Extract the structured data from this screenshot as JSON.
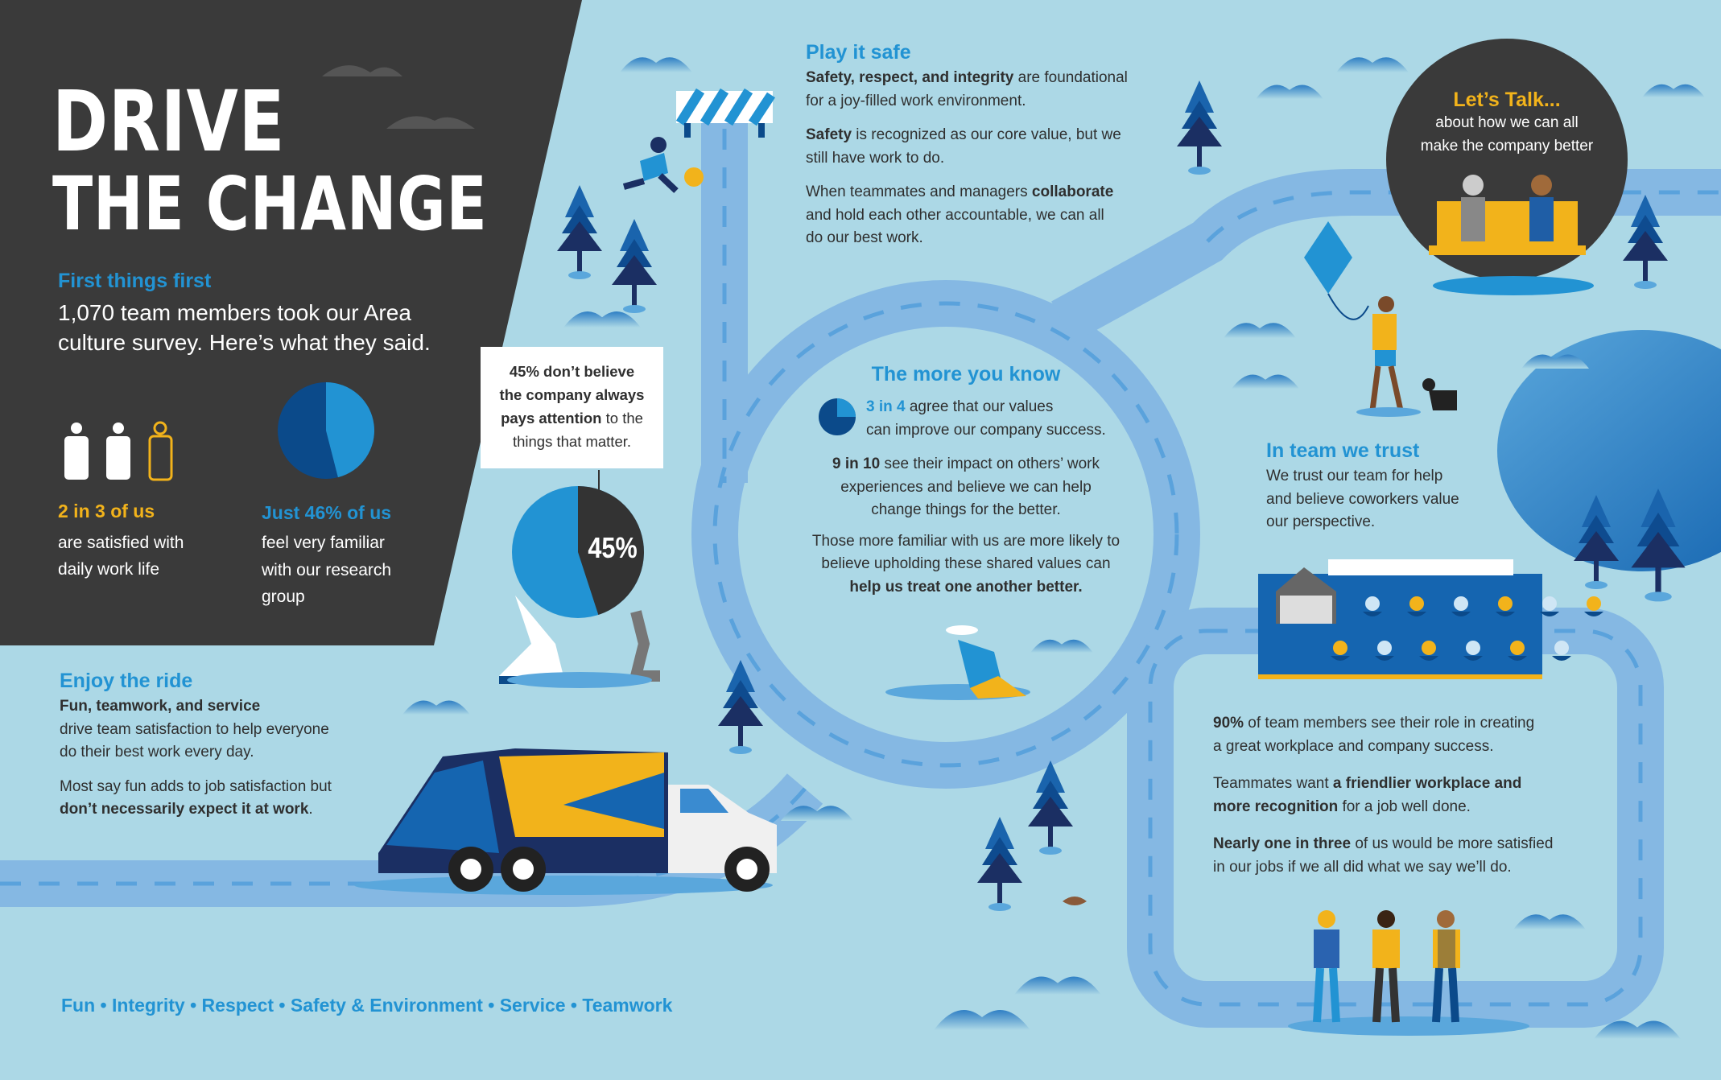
{
  "header": {
    "title_line1": "DRIVE",
    "title_line2": "THE CHANGE"
  },
  "intro": {
    "heading": "First things first",
    "line1": "1,070 team members took our Area",
    "line2": "culture survey. Here’s what they said."
  },
  "stat_satisfied": {
    "headline": "2 in 3 of us",
    "line1": "are satisfied with",
    "line2": "daily work life",
    "value_fraction": 0.667
  },
  "stat_familiar": {
    "headline": "Just 46% of us",
    "line1": "feel very familiar",
    "line2": "with our research",
    "line3": "group",
    "value_percent": 46
  },
  "callout_45": {
    "b1": "45% don’t believe",
    "b2": "the company always",
    "b3": "pays attention",
    "r3": " to the",
    "r4": "things that matter.",
    "pie_label": "45%",
    "value_percent": 45
  },
  "enjoy": {
    "heading": "Enjoy the ride",
    "b1": "Fun, teamwork, and service",
    "l2": "drive team satisfaction to help everyone",
    "l3": "do their best work every day.",
    "l4": "Most say fun adds to job satisfaction but",
    "b5": "don’t necessarily expect it at work",
    "r5": "."
  },
  "play_safe": {
    "heading": "Play it safe",
    "b1": "Safety, respect, and integrity",
    "r1": " are foundational",
    "l2": "for a joy-filled work environment.",
    "b3": "Safety",
    "r3": " is recognized as our core value, but we",
    "l4": "still have work to do.",
    "r5": "When teammates and managers ",
    "b5": "collaborate",
    "l6": "and hold each other accountable, we can all",
    "l7": "do our best work."
  },
  "lets_talk": {
    "heading": "Let’s Talk...",
    "line1": "about how we can all",
    "line2": "make the company better"
  },
  "more_know": {
    "heading": "The more you know",
    "hl1": "3 in 4",
    "r1": " agree that our values",
    "l2": "can improve our company success.",
    "b3": "9 in 10",
    "r3": " see their impact on others’ work",
    "l4": "experiences and believe we can help",
    "l5": "change things for the better.",
    "l6": "Those more familiar with us are more likely to",
    "l7": "believe upholding these shared values can",
    "b8": "help us treat one another better.",
    "pie_fraction": 0.75
  },
  "trust": {
    "heading": "In team we trust",
    "line1": "We trust our team for help",
    "line2": "and believe coworkers value",
    "line3": "our perspective."
  },
  "workplace": {
    "b1": "90%",
    "r1": " of team members see their role in creating",
    "l2": "a great workplace and company success.",
    "r3": "Teammates want ",
    "b3": "a friendlier workplace and",
    "b4": "more recognition",
    "r4": " for a job well done.",
    "b5": "Nearly one in three",
    "r5": " of us would be more satisfied",
    "l6": "in our jobs if we all did what we say we’ll do."
  },
  "footer": {
    "values": "Fun • Integrity • Respect • Safety & Environment • Service • Teamwork"
  },
  "colors": {
    "dark": "#3a3a3a",
    "blue": "#2293d3",
    "navy": "#0b4a8a",
    "yellow": "#f2b31b",
    "road": "#85b8e3",
    "sky": "#acd8e6"
  }
}
